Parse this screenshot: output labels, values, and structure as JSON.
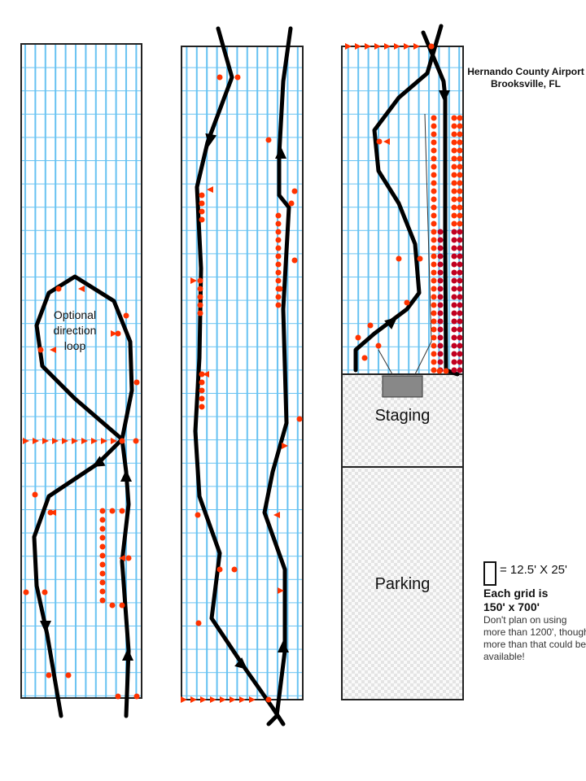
{
  "title": {
    "line1": "Hernando County Airport",
    "line2": "Brooksville, FL"
  },
  "loop_label": {
    "line1": "Optional",
    "line2": "direction",
    "line3": "loop"
  },
  "areas": {
    "staging": "Staging",
    "parking": "Parking"
  },
  "legend": {
    "scale": "= 12.5' X 25'",
    "grid_size_line1": "Each grid is",
    "grid_size_line2": "150' x 700'",
    "note": "Don't plan on using more than 1200', though more than that could be available!"
  },
  "colors": {
    "grid": "#66c2f2",
    "route": "#000000",
    "cone": "#ff3300",
    "cone_dark": "#c00020"
  }
}
